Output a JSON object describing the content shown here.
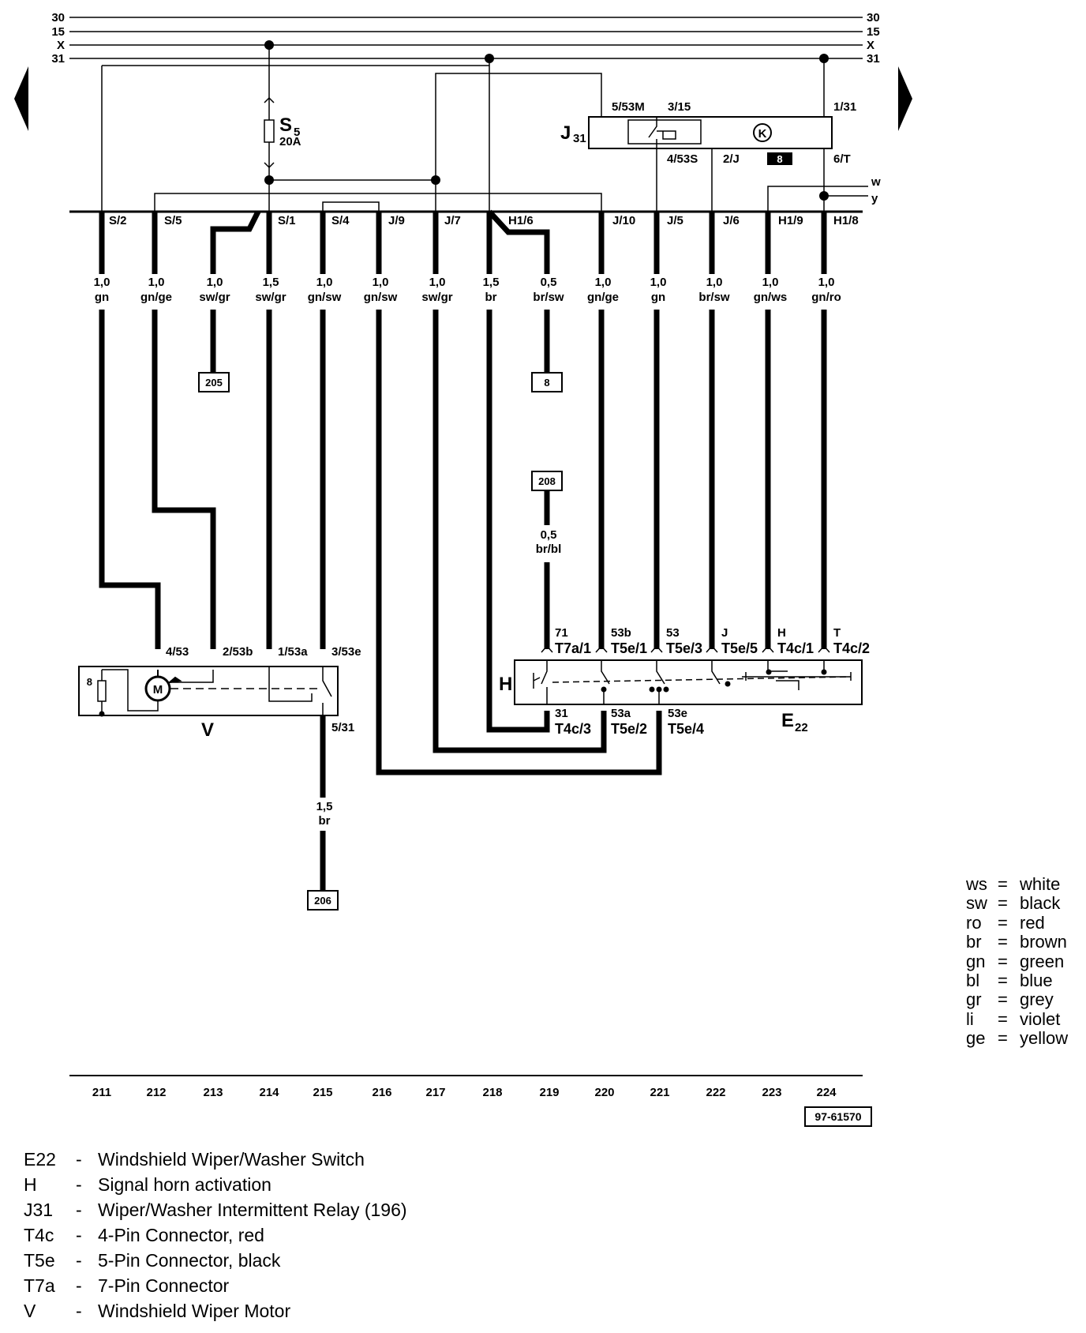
{
  "bus_lines": [
    "30",
    "15",
    "X",
    "31"
  ],
  "fuse": {
    "label": "S",
    "sub": "5",
    "rating": "20A"
  },
  "relay": {
    "label": "J",
    "sub": "31",
    "k_symbol": "K",
    "box_number": "8",
    "pins": [
      "5/53M",
      "3/15",
      "1/31",
      "4/53S",
      "2/J",
      "6/T"
    ]
  },
  "side_wires": [
    "w",
    "y"
  ],
  "connectors": [
    "S/2",
    "S/5",
    "S/1",
    "S/4",
    "J/9",
    "J/7",
    "H1/6",
    "J/10",
    "J/5",
    "J/6",
    "H1/9",
    "H1/8"
  ],
  "wires": [
    {
      "size": "1,0",
      "color": "gn"
    },
    {
      "size": "1,0",
      "color": "gn/ge"
    },
    {
      "size": "1,0",
      "color": "sw/gr"
    },
    {
      "size": "1,5",
      "color": "sw/gr"
    },
    {
      "size": "1,0",
      "color": "gn/sw"
    },
    {
      "size": "1,0",
      "color": "gn/sw"
    },
    {
      "size": "1,0",
      "color": "sw/gr"
    },
    {
      "size": "1,5",
      "color": "br"
    },
    {
      "size": "0,5",
      "color": "br/sw"
    },
    {
      "size": "1,0",
      "color": "gn/ge"
    },
    {
      "size": "1,0",
      "color": "gn"
    },
    {
      "size": "1,0",
      "color": "br/sw"
    },
    {
      "size": "1,0",
      "color": "gn/ws"
    },
    {
      "size": "1,0",
      "color": "gn/ro"
    }
  ],
  "refs": {
    "r205": "205",
    "r8": "8",
    "r208": "208",
    "r206": "206"
  },
  "wire_208": {
    "size": "0,5",
    "color": "br/bl"
  },
  "wire_206": {
    "size": "1,5",
    "color": "br"
  },
  "motor": {
    "label": "V",
    "m_symbol": "M",
    "inner": "8",
    "pins": [
      "4/53",
      "2/53b",
      "1/53a",
      "3/53e",
      "5/31"
    ]
  },
  "switch": {
    "label": "E",
    "sub": "22",
    "h_label": "H",
    "top_pins": [
      {
        "a": "71",
        "b": "T7a/1"
      },
      {
        "a": "53b",
        "b": "T5e/1"
      },
      {
        "a": "53",
        "b": "T5e/3"
      },
      {
        "a": "J",
        "b": "T5e/5"
      },
      {
        "a": "H",
        "b": "T4c/1"
      },
      {
        "a": "T",
        "b": "T4c/2"
      }
    ],
    "bottom_pins": [
      {
        "a": "31",
        "b": "T4c/3"
      },
      {
        "a": "53a",
        "b": "T5e/2"
      },
      {
        "a": "53e",
        "b": "T5e/4"
      }
    ]
  },
  "ruler": [
    "211",
    "212",
    "213",
    "214",
    "215",
    "216",
    "217",
    "218",
    "219",
    "220",
    "221",
    "222",
    "223",
    "224"
  ],
  "diagram_id": "97-61570",
  "color_legend": [
    {
      "code": "ws",
      "eq": "=",
      "name": "white"
    },
    {
      "code": "sw",
      "eq": "=",
      "name": "black"
    },
    {
      "code": "ro",
      "eq": "=",
      "name": "red"
    },
    {
      "code": "br",
      "eq": "=",
      "name": "brown"
    },
    {
      "code": "gn",
      "eq": "=",
      "name": "green"
    },
    {
      "code": "bl",
      "eq": "=",
      "name": "blue"
    },
    {
      "code": "gr",
      "eq": "=",
      "name": "grey"
    },
    {
      "code": "li",
      "eq": "=",
      "name": "violet"
    },
    {
      "code": "ge",
      "eq": "=",
      "name": "yellow"
    }
  ],
  "legend": [
    {
      "code": "E22",
      "dash": "-",
      "desc": "Windshield Wiper/Washer Switch"
    },
    {
      "code": "H",
      "dash": "-",
      "desc": "Signal horn activation"
    },
    {
      "code": "J31",
      "dash": "-",
      "desc": "Wiper/Washer Intermittent Relay (196)"
    },
    {
      "code": "T4c",
      "dash": "-",
      "desc": "4-Pin Connector, red"
    },
    {
      "code": "T5e",
      "dash": "-",
      "desc": "5-Pin Connector, black"
    },
    {
      "code": "T7a",
      "dash": "-",
      "desc": "7-Pin Connector"
    },
    {
      "code": "V",
      "dash": "-",
      "desc": "Windshield Wiper Motor"
    }
  ]
}
